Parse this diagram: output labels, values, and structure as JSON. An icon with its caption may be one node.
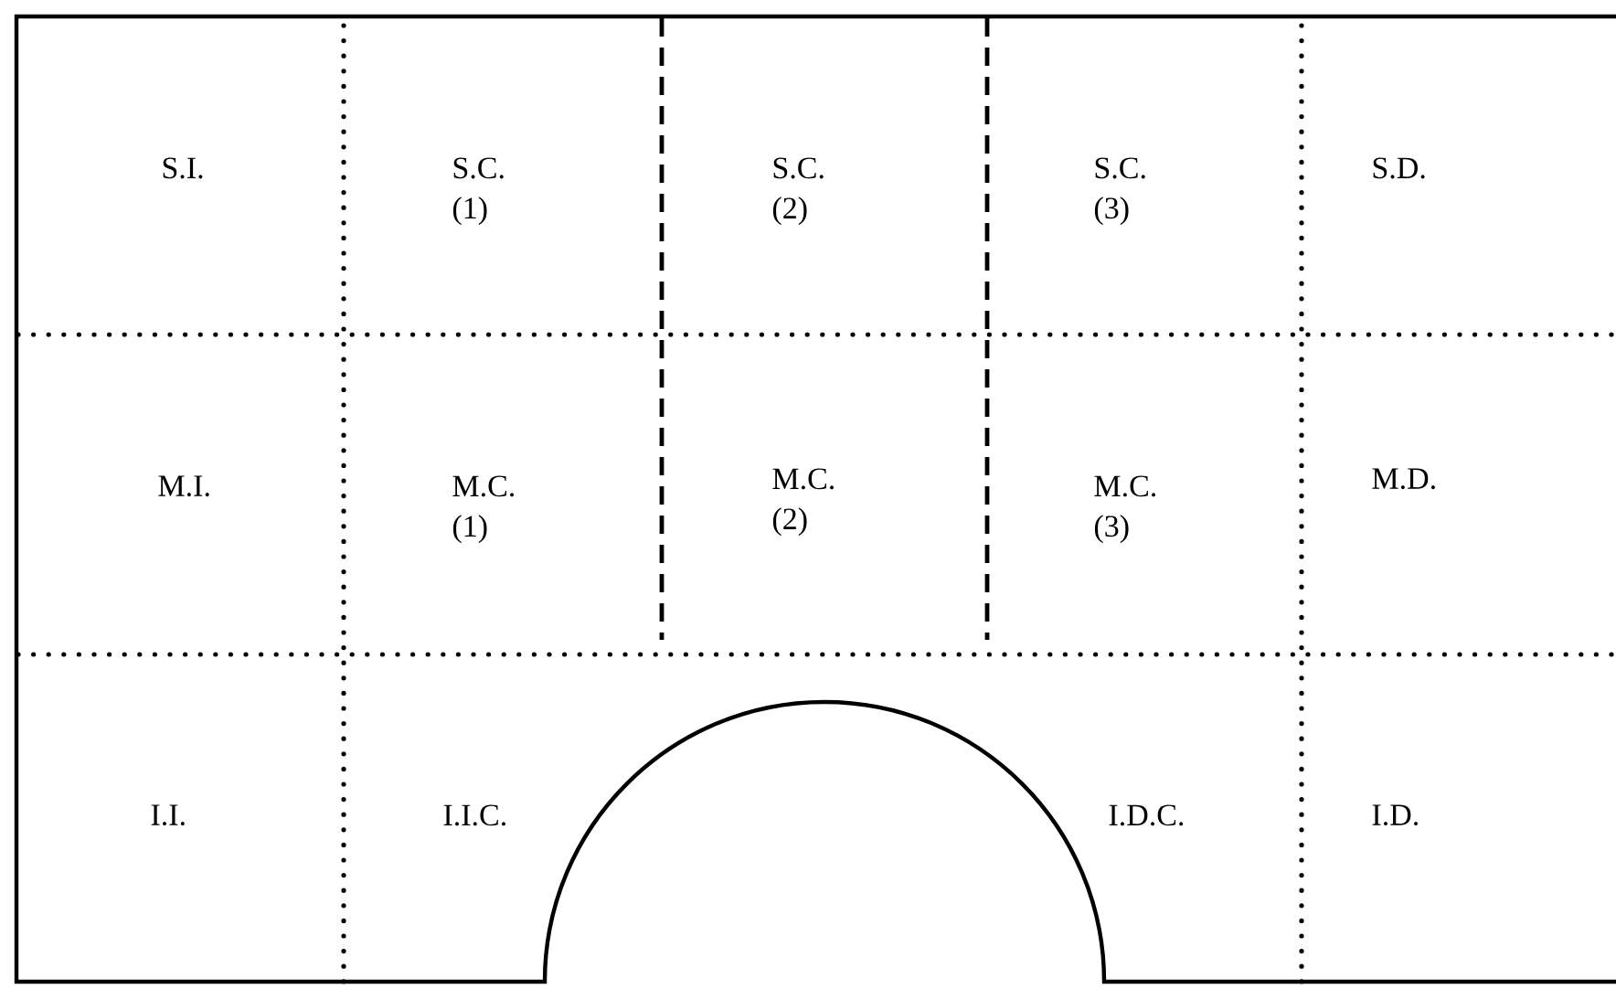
{
  "diagram": {
    "labels": [
      "S.I.",
      "S.C. (1)",
      "S.C. (2)",
      "S.C. (3)",
      "S.D.",
      "M.I.",
      "M.C. (1)",
      "M.C. (2)",
      "M.C. (3)",
      "M.D.",
      "I.I.",
      "I.I.C.",
      "I.D.C.",
      "I.D."
    ]
  }
}
